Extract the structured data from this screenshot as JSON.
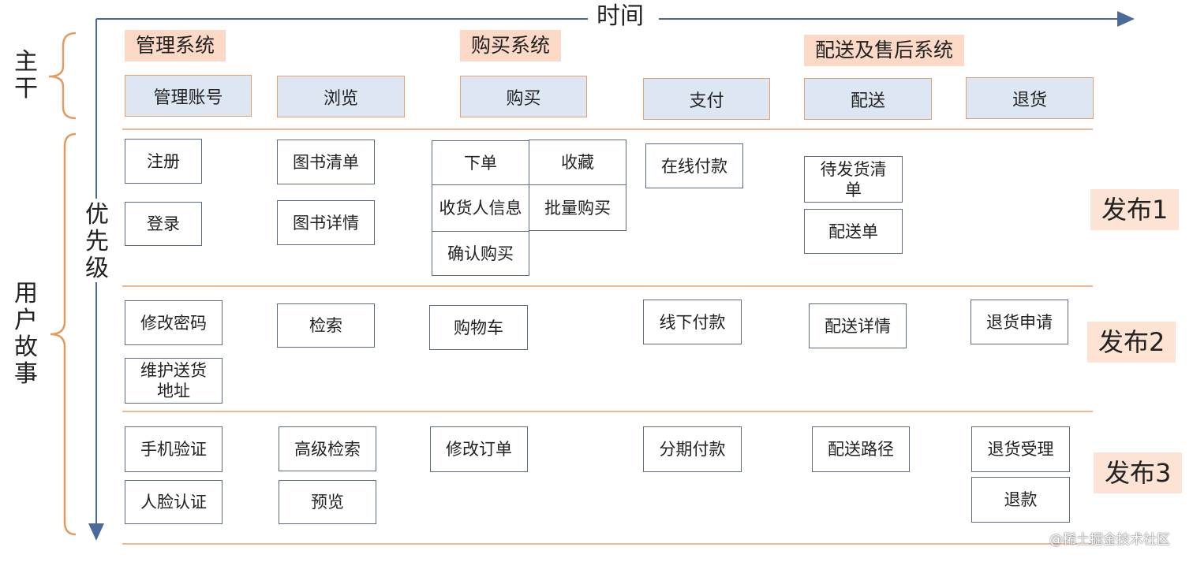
{
  "axes": {
    "time": "时间",
    "priority": [
      "优",
      "先",
      "级"
    ]
  },
  "side_labels": {
    "backbone": [
      "主",
      "干"
    ],
    "user_stories": [
      "用",
      "户",
      "故",
      "事"
    ]
  },
  "systems": {
    "management": "管理系统",
    "purchase": "购买系统",
    "delivery": "配送及售后系统"
  },
  "backbone": [
    "管理账号",
    "浏览",
    "购买",
    "支付",
    "配送",
    "退货"
  ],
  "releases": [
    "发布1",
    "发布2",
    "发布3"
  ],
  "stories": {
    "register": "注册",
    "login": "登录",
    "book_list": "图书清单",
    "book_detail": "图书详情",
    "place_order": "下单",
    "favorite": "收藏",
    "receiver_info": "收货人信息",
    "bulk_buy": "批量购买",
    "confirm_buy": "确认购买",
    "online_pay": "在线付款",
    "pending_list": "待发货清单",
    "delivery_note": "配送单",
    "change_password": "修改密码",
    "maintain_address": "维护送货地址",
    "search": "检索",
    "cart": "购物车",
    "offline_pay": "线下付款",
    "delivery_detail": "配送详情",
    "return_apply": "退货申请",
    "phone_verify": "手机验证",
    "face_verify": "人脸认证",
    "advanced_search": "高级检索",
    "preview": "预览",
    "modify_order": "修改订单",
    "installment": "分期付款",
    "delivery_route": "配送路径",
    "return_accept": "退货受理",
    "refund": "退款"
  },
  "watermark": "@稀土掘金技术社区",
  "colors": {
    "accent_line": "#f0b890",
    "axis": "#4a6a9a",
    "backbone_fill": "#dde7f3",
    "system_fill": "#fbd9c6",
    "release_fill": "#fce3d4"
  }
}
